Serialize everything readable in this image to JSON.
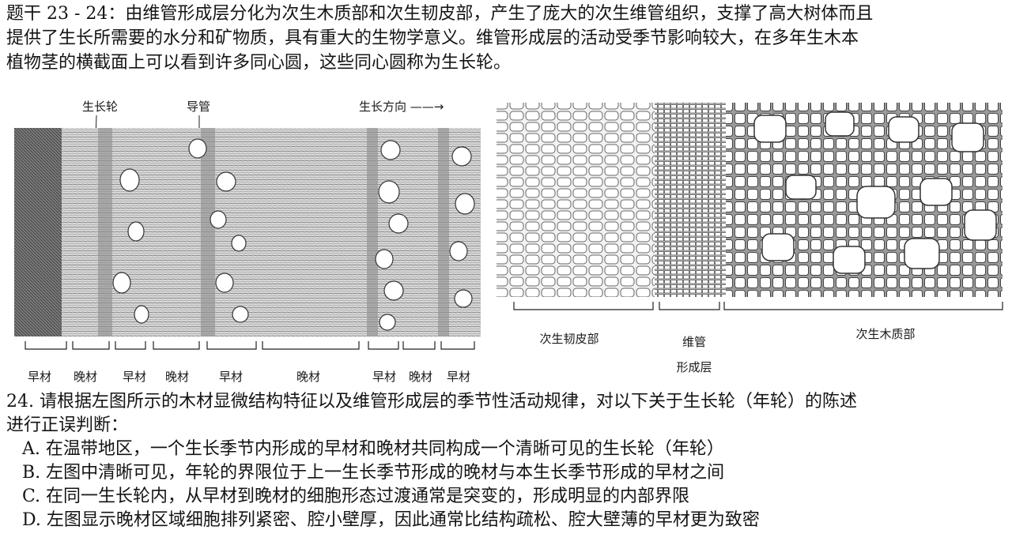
{
  "intro_lines": [
    "题干 23 - 24：由维管形成层分化为次生木质部和次生韧皮部，产生了庞大的次生维管组织，支撑了高大树体而且",
    "提供了生长所需要的水分和矿物质，具有重大的生物学意义。维管形成层的活动受季节影响较大，在多年生木本",
    "植物茎的横截面上可以看到许多同心圆，这些同心圆称为生长轮。"
  ],
  "left_figure": {
    "top_labels": [
      "生长轮",
      "导管",
      "生长方向 ——→"
    ],
    "bottom_labels": [
      "早材",
      "晚材",
      "早材",
      "晚材",
      "早材",
      "晚材",
      "早材",
      "晚材",
      "早材"
    ]
  },
  "right_figure": {
    "bottom_labels": [
      "次生韧皮部",
      "维管",
      "形成层",
      "次生木质部"
    ]
  },
  "question": {
    "stem_lines": [
      "24. 请根据左图所示的木材显微结构特征以及维管形成层的季节性活动规律，对以下关于生长轮（年轮）的陈述",
      "进行正误判断："
    ],
    "options": [
      "A. 在温带地区，一个生长季节内形成的早材和晚材共同构成一个清晰可见的生长轮（年轮）",
      "B. 左图中清晰可见，年轮的界限位于上一生长季节形成的晚材与本生长季节形成的早材之间",
      "C. 在同一生长轮内，从早材到晚材的细胞形态过渡通常是突变的，形成明显的内部界限",
      "D. 左图显示晚材区域细胞排列紧密、腔小壁厚，因此通常比结构疏松、腔大壁薄的早材更为致密"
    ]
  }
}
